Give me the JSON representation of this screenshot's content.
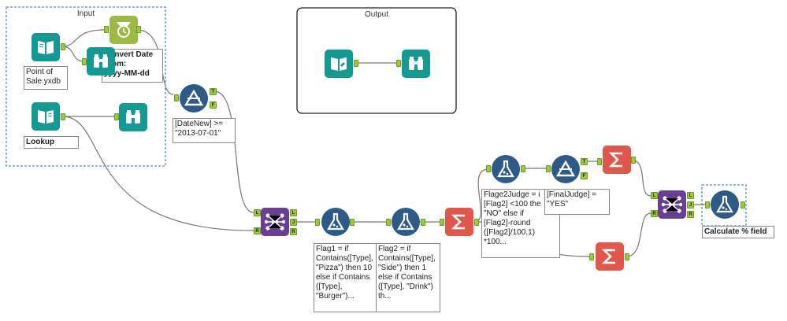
{
  "containers": {
    "input_title": "Input",
    "output_title": "Output"
  },
  "annotations": {
    "point_of_sale": "Point of\nSale.yxdb",
    "convert_date": "Convert Date\nFrom:\nyyyy-MM-dd",
    "lookup_table": "Lookup Table",
    "filter_date": "[DateNew] >=\n\"2013-07-01\"",
    "flag1": "Flag1 = if\nContains([Type],\n\"Pizza\") then 10\nelse if Contains\n([Type],\n\"Burger\")...",
    "flag2": "Flag2 = if\nContains([Type],\n\"Side\") then 1\nelse if Contains\n([Type], \"Drink\")\nth...",
    "flag2judge": "Flage2Judge = i\n[Flag2] <100 the\n\"NO\" else if\n[Flag2]-round\n([Flag2]/100,1)\n*100...",
    "final_judge": "[FinalJudge] =\n\"YES\"",
    "calculate_pct": "Calculate % field"
  },
  "anchor_labels": {
    "true": "T",
    "false": "F",
    "left": "L",
    "join": "J",
    "right": "R"
  },
  "colors": {
    "input_tool": "#149a93",
    "parse_tool": "#9cb946",
    "preparation_tool": "#2d5a86",
    "join_tool": "#6a3e92",
    "summarize_tool": "#e0574b",
    "anchor": "#9ccc35",
    "container_border_dashed": "#2c6db0",
    "wire": "#777777"
  },
  "icons": [
    "book-icon",
    "binoculars-icon",
    "clock-icon",
    "filter-delta-icon",
    "flask-icon",
    "join-hub-icon",
    "sigma-icon"
  ]
}
